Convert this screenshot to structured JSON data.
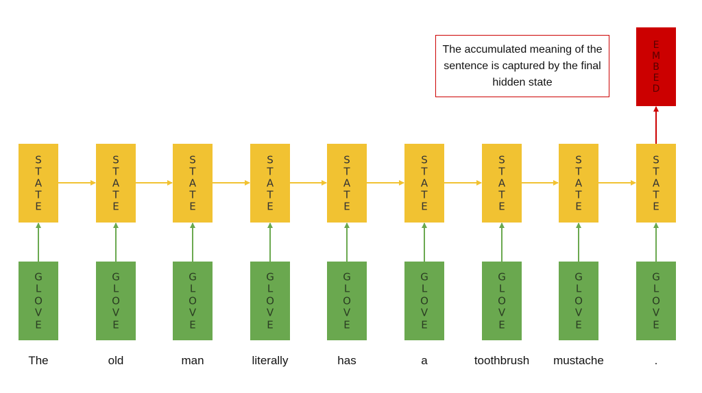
{
  "words": [
    "The",
    "old",
    "man",
    "literally",
    "has",
    "a",
    "toothbrush",
    "mustache",
    "."
  ],
  "state_label": "STATE",
  "glove_label": "GLOVE",
  "embed_label": "EMBED",
  "callout": {
    "text": "The accumulated meaning of the sentence is captured by the final hidden state"
  },
  "colors": {
    "state": "#f1c232",
    "glove": "#6aa84f",
    "embed": "#cc0000",
    "state_arrow": "#f1c232",
    "glove_arrow": "#6aa84f",
    "embed_arrow": "#cc0000"
  }
}
